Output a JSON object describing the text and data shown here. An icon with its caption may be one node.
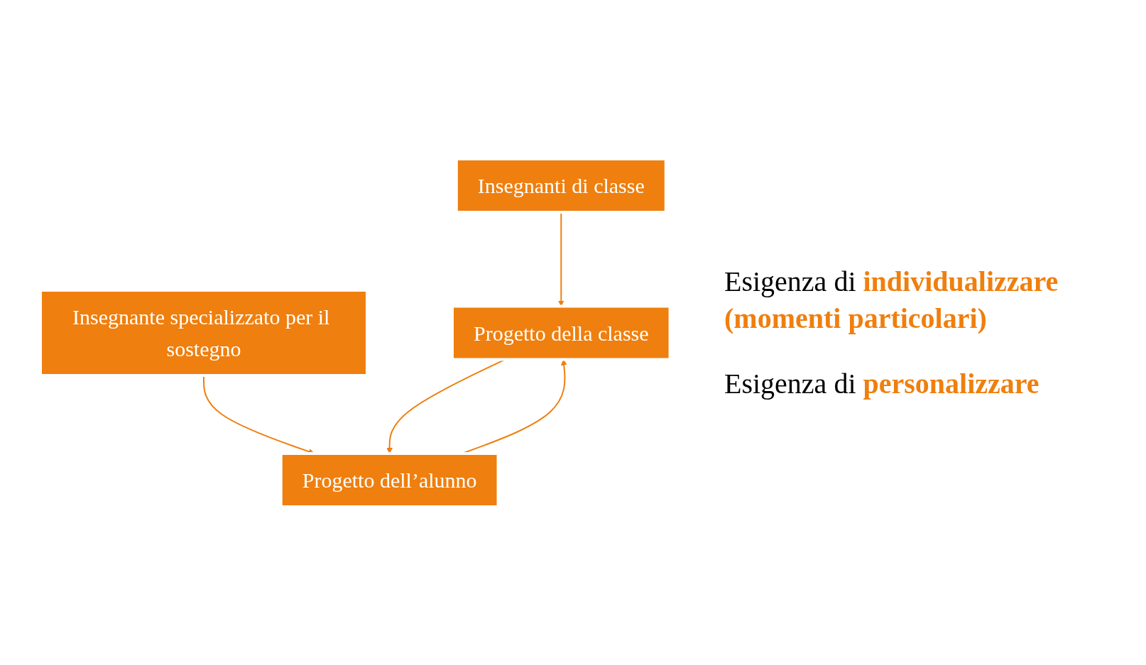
{
  "diagram": {
    "nodes": [
      {
        "text": [
          "Insegnanti di classe"
        ]
      },
      {
        "text": [
          "Insegnante specializzato per il sostegno"
        ]
      },
      {
        "text": [
          "Progetto della classe"
        ]
      },
      {
        "text": [
          "Progetto dell’alunno"
        ]
      }
    ],
    "edges": [
      {
        "from": 0,
        "to": 2,
        "arrow": "to"
      },
      {
        "from": 1,
        "to": 3,
        "arrow": "to"
      },
      {
        "from": 2,
        "to": 3,
        "arrow": "to"
      },
      {
        "from": 3,
        "to": 2,
        "arrow": "to"
      }
    ],
    "labels": [
      "Esigenza di **individualizzare (momenti particolari)**",
      "Esigenza di **personalizzare**"
    ]
  }
}
